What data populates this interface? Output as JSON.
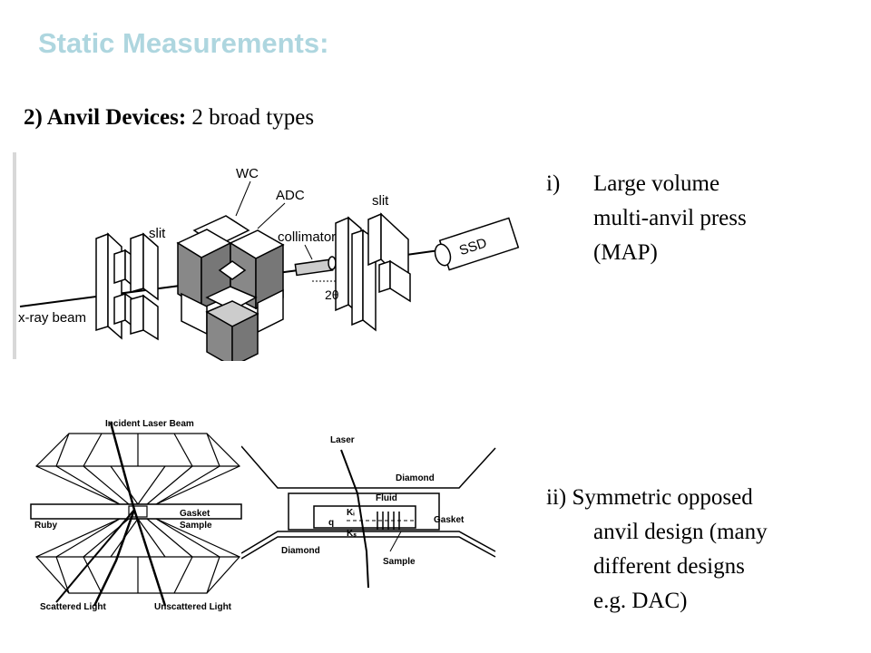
{
  "title": "Static Measurements:",
  "subtitle": {
    "bold": "2) Anvil Devices:",
    "rest": " 2 broad types"
  },
  "map_figure": {
    "labels": {
      "wc": "WC",
      "adc": "ADC",
      "slit_left": "slit",
      "slit_right": "slit",
      "collimator": "collimator",
      "ssd": "SSD",
      "two_theta": "2θ",
      "xray_beam": "x-ray beam"
    }
  },
  "dac_figure": {
    "labels": {
      "incident_laser_beam": "Incident Laser Beam",
      "gasket": "Gasket",
      "sample": "Sample",
      "ruby": "Ruby",
      "scattered_light": "Scattered Light",
      "unscattered_light": "Unscattered Light"
    }
  },
  "cell_figure": {
    "labels": {
      "laser": "Laser",
      "diamond_top": "Diamond",
      "fluid": "Fluid",
      "gasket": "Gasket",
      "ki": "Kᵢ",
      "q": "q",
      "ks": "Kₛ",
      "diamond_bottom": "Diamond",
      "sample": "Sample"
    }
  },
  "items": {
    "one": {
      "num": "i)",
      "first": "Large volume",
      "lines": [
        "multi-anvil press",
        "(MAP)"
      ]
    },
    "two": {
      "num": "ii)",
      "first": "Symmetric opposed",
      "lines": [
        "anvil design (many",
        "different designs",
        "e.g. DAC)"
      ]
    }
  }
}
